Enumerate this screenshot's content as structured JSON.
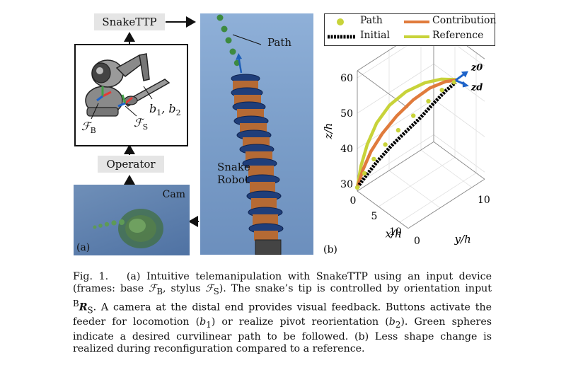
{
  "panel_a": {
    "snakettp_label": "SnakeTTP",
    "operator_label": "Operator",
    "cam_label": "Cam",
    "frame_base_label": "ℱB",
    "frame_stylus_label": "ℱS",
    "buttons_label": "b1, b2",
    "panel_tag": "(a)"
  },
  "panel_sim": {
    "path_label": "Path",
    "snake_label_line1": "Snake",
    "snake_label_line2": "Robot"
  },
  "panel_b": {
    "panel_tag": "(b)",
    "legend": [
      {
        "name": "Path",
        "color": "#c8d33a",
        "style": "dot"
      },
      {
        "name": "Contribution",
        "color": "#e07b3c",
        "style": "line"
      },
      {
        "name": "Initial",
        "color": "#000000",
        "style": "dashed"
      },
      {
        "name": "Reference",
        "color": "#c8d33a",
        "style": "line"
      }
    ],
    "z0_label": "z0",
    "zd_label": "zd"
  },
  "chart_data": {
    "type": "line",
    "title": "",
    "zlabel": "z/h",
    "xlabel": "x/h",
    "ylabel": "y/h",
    "z_ticks": [
      30,
      40,
      50,
      60
    ],
    "x_ticks": [
      0,
      5,
      10
    ],
    "y_ticks": [
      0,
      10
    ],
    "zlim": [
      28,
      62
    ],
    "xlim": [
      0,
      12
    ],
    "ylim": [
      0,
      12
    ],
    "grid": true,
    "legend_position": "top",
    "series": [
      {
        "name": "Path",
        "points": [
          [
            0,
            0,
            29
          ],
          [
            0.8,
            0.6,
            33
          ],
          [
            1.8,
            1.4,
            37
          ],
          [
            3,
            2.4,
            41
          ],
          [
            4.4,
            3.5,
            45
          ],
          [
            6,
            4.8,
            49
          ],
          [
            7.6,
            6.1,
            53
          ],
          [
            9,
            7.3,
            56
          ],
          [
            10.2,
            8.4,
            58
          ]
        ]
      },
      {
        "name": "Contribution",
        "points": [
          [
            0,
            0,
            29
          ],
          [
            0.6,
            0.5,
            34
          ],
          [
            1.4,
            1.2,
            39
          ],
          [
            2.6,
            2.2,
            44
          ],
          [
            4.2,
            3.4,
            49
          ],
          [
            6,
            4.8,
            53.5
          ],
          [
            7.8,
            6.2,
            56.8
          ],
          [
            9.4,
            7.6,
            58.4
          ],
          [
            10.4,
            8.5,
            58.6
          ]
        ]
      },
      {
        "name": "Initial",
        "points": [
          [
            0,
            0,
            29
          ],
          [
            1,
            0.8,
            32.5
          ],
          [
            2.2,
            1.8,
            36.5
          ],
          [
            3.6,
            2.9,
            40.5
          ],
          [
            5.2,
            4.1,
            44.5
          ],
          [
            6.8,
            5.4,
            48.5
          ],
          [
            8.2,
            6.6,
            52.5
          ],
          [
            9.4,
            7.7,
            55.8
          ],
          [
            10.4,
            8.5,
            58
          ]
        ]
      },
      {
        "name": "Reference",
        "points": [
          [
            0,
            0,
            29
          ],
          [
            0.4,
            0.3,
            35
          ],
          [
            1,
            0.9,
            41
          ],
          [
            2,
            1.7,
            47
          ],
          [
            3.4,
            2.8,
            52
          ],
          [
            5.2,
            4.2,
            55.8
          ],
          [
            7.2,
            5.8,
            58.2
          ],
          [
            9,
            7.2,
            59.2
          ],
          [
            10.4,
            8.5,
            58.8
          ]
        ]
      }
    ]
  },
  "caption": {
    "text": "Fig. 1.   (a) Intuitive telemanipulation with SnakeTTP using an input device (frames: base ℱB, stylus ℱS). The snake’s tip is controlled by orientation input BRS. A camera at the distal end provides visual feedback. Buttons activate the feeder for locomotion (b1) or realize pivot reorientation (b2). Green spheres indicate a desired curvilinear path to be followed. (b) Less shape change is realized during reconfiguration compared to a reference."
  }
}
